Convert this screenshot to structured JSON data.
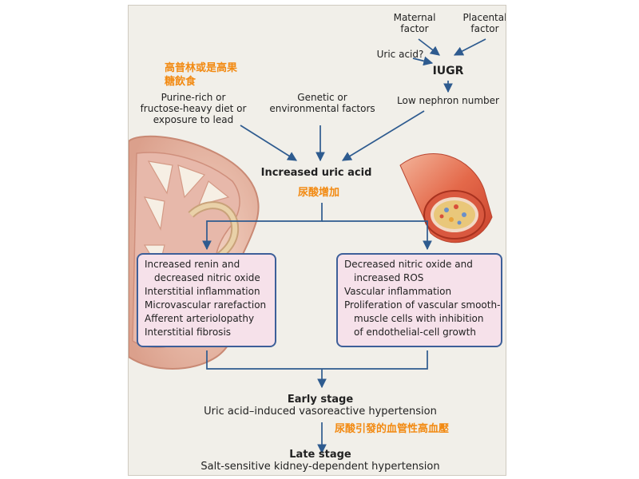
{
  "inputs": {
    "maternal": [
      "Maternal",
      "factor"
    ],
    "placental": [
      "Placental",
      "factor"
    ],
    "uric_acid_q": "Uric acid?",
    "iugr": "IUGR",
    "low_nephron": "Low nephron number",
    "diet": [
      "Purine-rich or",
      "fructose-heavy diet or",
      "exposure to lead"
    ],
    "diet_zh": [
      "高普林或是高果",
      "糖飲食"
    ],
    "genetic": [
      "Genetic or",
      "environmental factors"
    ]
  },
  "center": {
    "title": "Increased uric acid",
    "title_zh": "尿酸增加"
  },
  "kidney_box": {
    "lines": [
      {
        "text": "Increased renin and",
        "indent": false
      },
      {
        "text": "decreased nitric oxide",
        "indent": true
      },
      {
        "text": "Interstitial inflammation",
        "indent": false
      },
      {
        "text": "Microvascular rarefaction",
        "indent": false
      },
      {
        "text": "Afferent arteriolopathy",
        "indent": false
      },
      {
        "text": "Interstitial fibrosis",
        "indent": false
      }
    ]
  },
  "vessel_box": {
    "lines": [
      {
        "text": "Decreased nitric oxide and",
        "indent": false
      },
      {
        "text": "increased ROS",
        "indent": true
      },
      {
        "text": "Vascular inflammation",
        "indent": false
      },
      {
        "text": "Proliferation of vascular smooth-",
        "indent": false
      },
      {
        "text": "muscle cells with inhibition",
        "indent": true
      },
      {
        "text": "of endothelial-cell growth",
        "indent": true
      }
    ]
  },
  "early": {
    "title": "Early stage",
    "desc": "Uric acid–induced vasoreactive hypertension",
    "zh": "尿酸引發的血管性高血壓"
  },
  "late": {
    "title": "Late stage",
    "desc": "Salt-sensitive kidney-dependent hypertension"
  },
  "colors": {
    "arrow": "#2e5b8f",
    "box_border": "#3d5f99",
    "box_fill": "#f6e1ea",
    "chinese_text": "#f28a12",
    "panel_bg": "#f1efe9"
  }
}
